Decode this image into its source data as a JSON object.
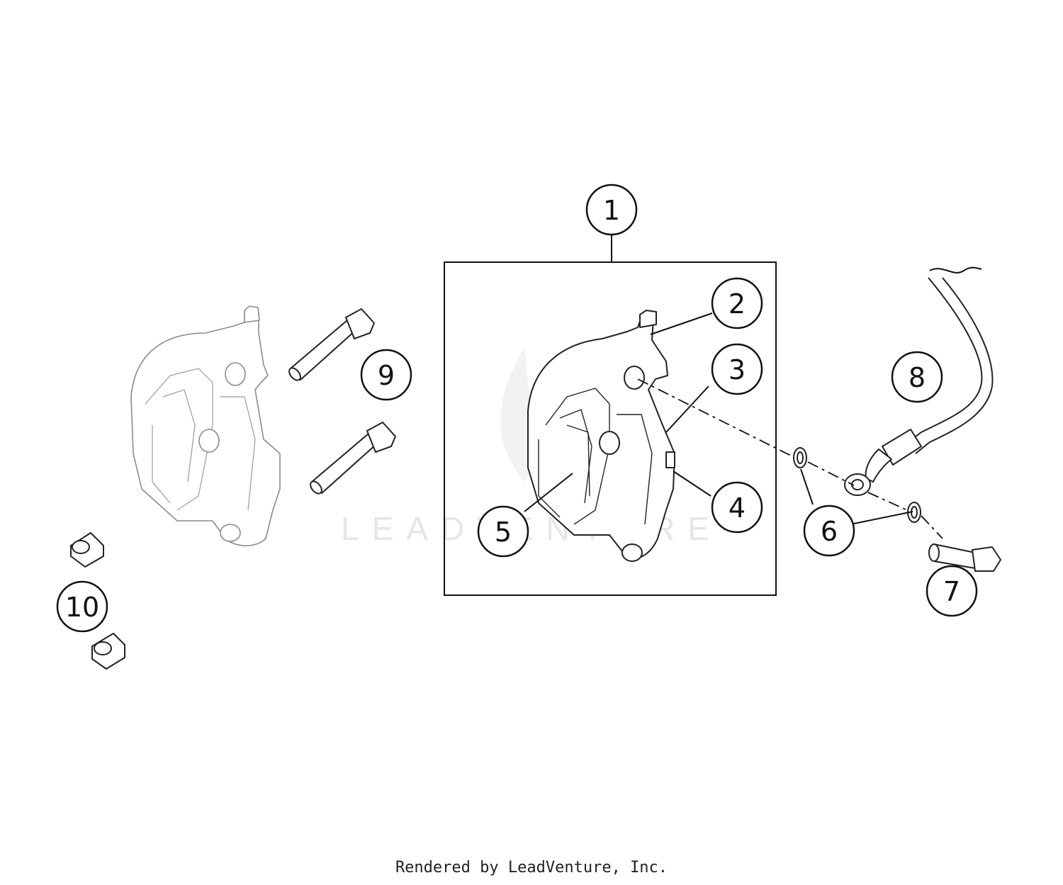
{
  "watermark": "LEADVENTURE",
  "credit": "Rendered by LeadVenture, Inc.",
  "callouts": [
    {
      "id": "callout-1",
      "label": "1"
    },
    {
      "id": "callout-2",
      "label": "2"
    },
    {
      "id": "callout-3",
      "label": "3"
    },
    {
      "id": "callout-4",
      "label": "4"
    },
    {
      "id": "callout-5",
      "label": "5"
    },
    {
      "id": "callout-6",
      "label": "6"
    },
    {
      "id": "callout-7",
      "label": "7"
    },
    {
      "id": "callout-8",
      "label": "8"
    },
    {
      "id": "callout-9",
      "label": "9"
    },
    {
      "id": "callout-10",
      "label": "10"
    }
  ]
}
